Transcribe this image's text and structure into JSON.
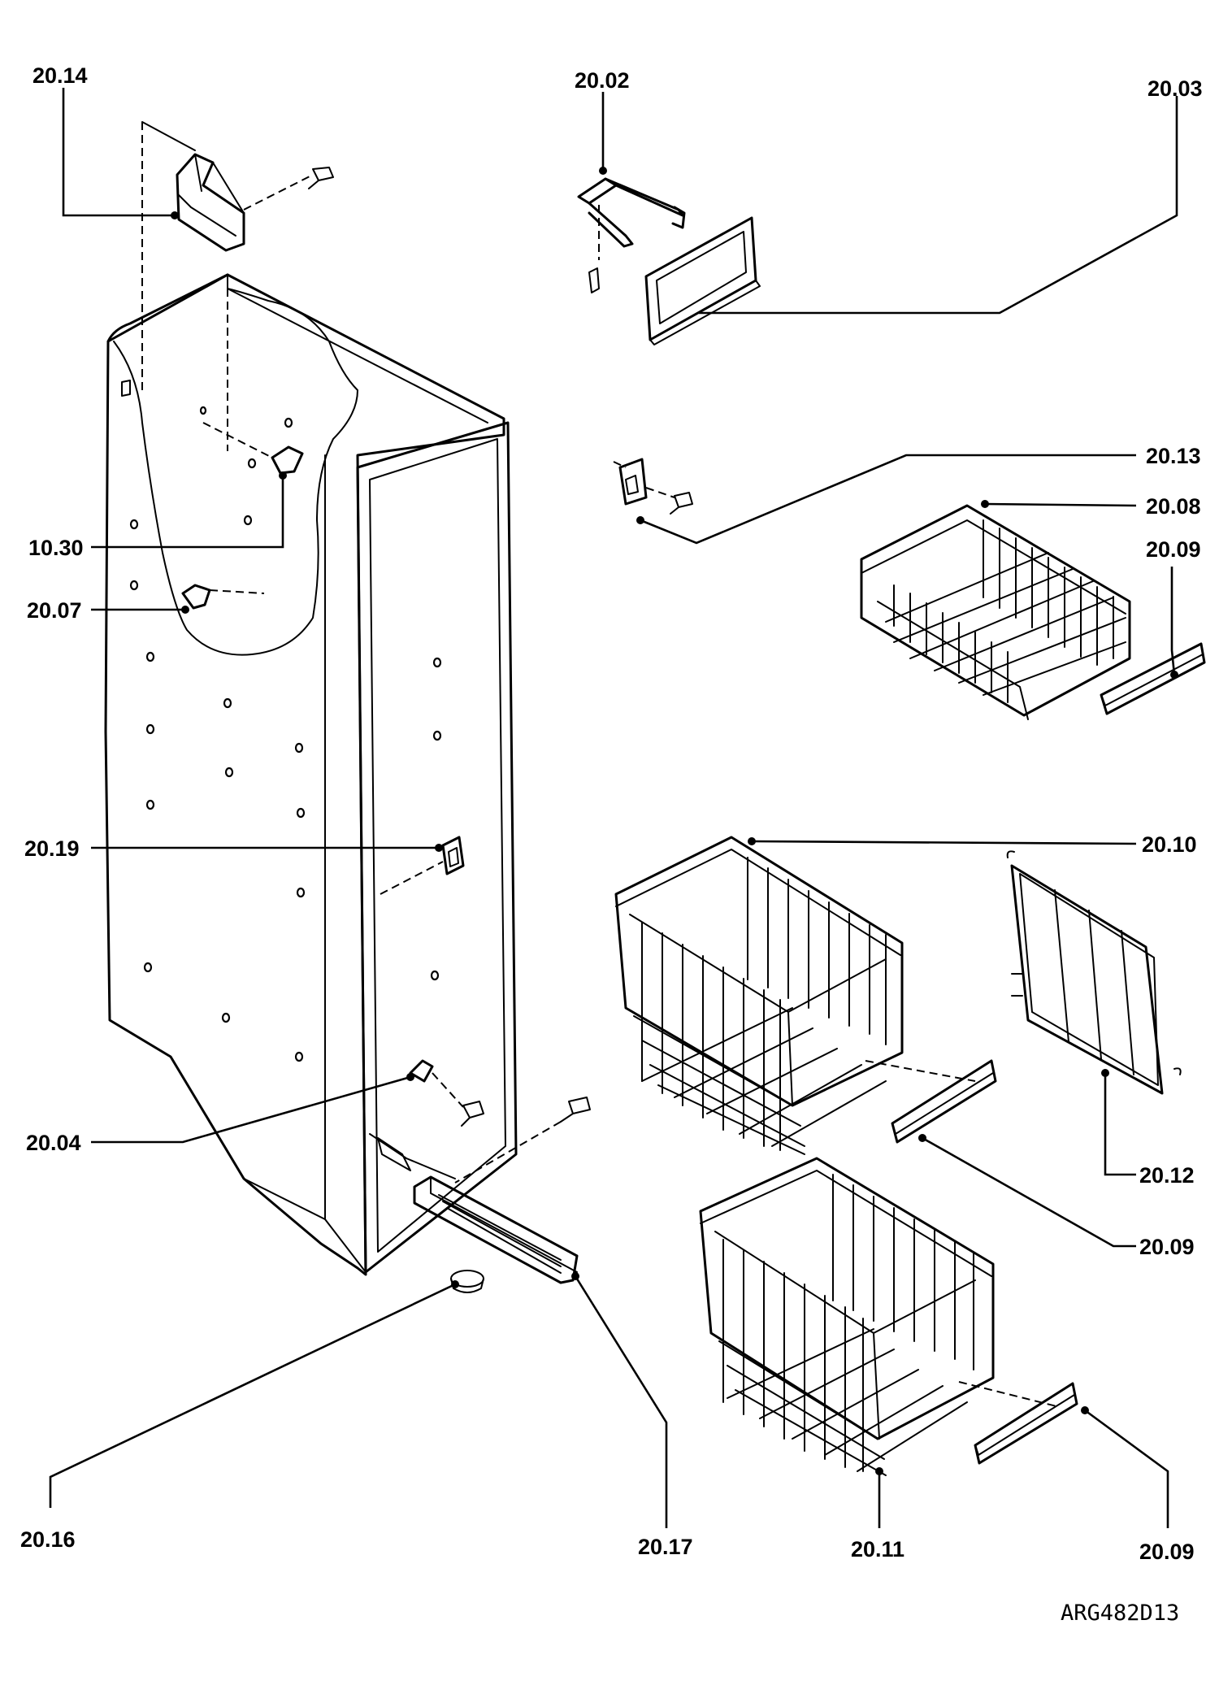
{
  "diagram": {
    "drawing_code": "ARG482D13",
    "callouts": [
      {
        "id": "20.14",
        "text": "20.14"
      },
      {
        "id": "20.02",
        "text": "20.02"
      },
      {
        "id": "20.03",
        "text": "20.03"
      },
      {
        "id": "20.13",
        "text": "20.13"
      },
      {
        "id": "20.08",
        "text": "20.08"
      },
      {
        "id": "20.09a",
        "text": "20.09"
      },
      {
        "id": "10.30",
        "text": "10.30"
      },
      {
        "id": "20.07",
        "text": "20.07"
      },
      {
        "id": "20.19",
        "text": "20.19"
      },
      {
        "id": "20.10",
        "text": "20.10"
      },
      {
        "id": "20.04",
        "text": "20.04"
      },
      {
        "id": "20.12",
        "text": "20.12"
      },
      {
        "id": "20.09b",
        "text": "20.09"
      },
      {
        "id": "20.16",
        "text": "20.16"
      },
      {
        "id": "20.17",
        "text": "20.17"
      },
      {
        "id": "20.11",
        "text": "20.11"
      },
      {
        "id": "20.09c",
        "text": "20.09"
      }
    ]
  }
}
